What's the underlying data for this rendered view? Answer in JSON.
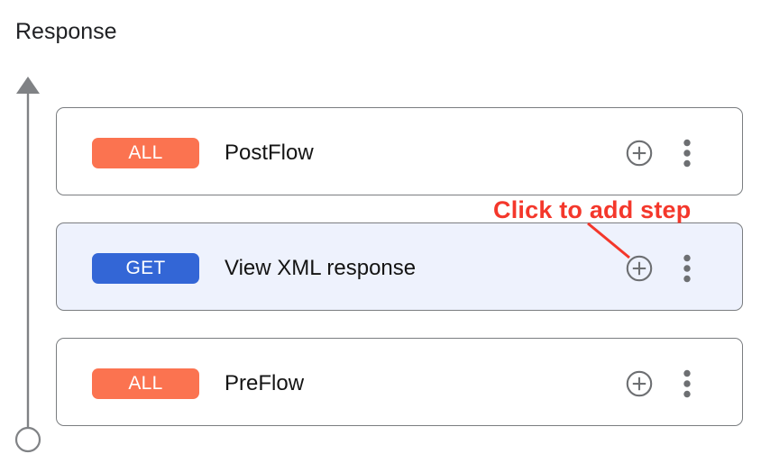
{
  "section": {
    "title": "Response"
  },
  "colors": {
    "verb_all": "#fb7350",
    "verb_get": "#3366d6",
    "selected_row_bg": "#eef2fd",
    "callout_red": "#f4372b",
    "axis_gray": "#808285",
    "card_border": "#7a7d80"
  },
  "flow": {
    "axis": {
      "direction": "up",
      "head_icon": "arrow-up-icon",
      "tail_icon": "circle-endpoint-icon"
    },
    "rows": [
      {
        "verb": "ALL",
        "verb_style": "verb-all",
        "label": "PostFlow",
        "selected": false,
        "add_icon": "plus-circle-icon",
        "menu_icon": "more-vertical-icon"
      },
      {
        "verb": "GET",
        "verb_style": "verb-get",
        "label": "View XML response",
        "selected": true,
        "add_icon": "plus-circle-icon",
        "menu_icon": "more-vertical-icon"
      },
      {
        "verb": "ALL",
        "verb_style": "verb-all",
        "label": "PreFlow",
        "selected": false,
        "add_icon": "plus-circle-icon",
        "menu_icon": "more-vertical-icon"
      }
    ]
  },
  "callout": {
    "text": "Click to add step",
    "points_to": "add-step-button-row-1"
  }
}
